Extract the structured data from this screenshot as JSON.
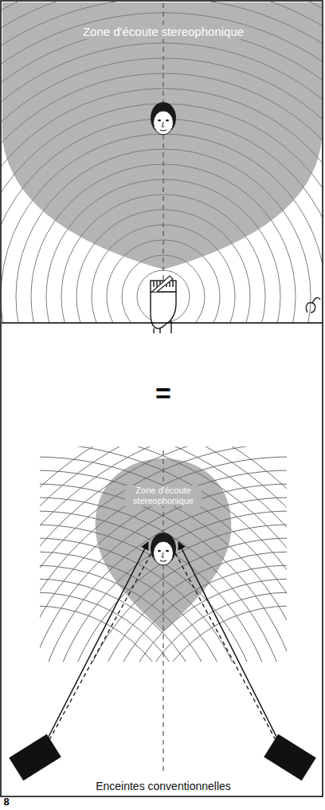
{
  "diagram": {
    "labels": [
      "Zone d'écoute stereophonique",
      "=",
      "Zone d'écoute stereophonique",
      "Enceintes conventionnelles",
      "8"
    ]
  }
}
